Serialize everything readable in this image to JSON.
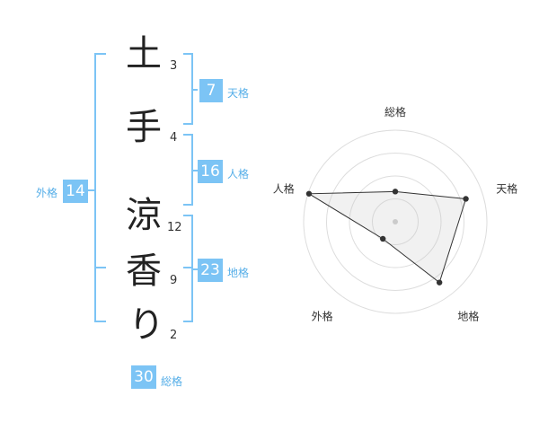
{
  "name_chars": [
    {
      "char": "土",
      "strokes": "3"
    },
    {
      "char": "手",
      "strokes": "4"
    },
    {
      "char": "涼",
      "strokes": "12"
    },
    {
      "char": "香",
      "strokes": "9"
    },
    {
      "char": "り",
      "strokes": "2"
    }
  ],
  "fortune": {
    "tenkaku": {
      "value": "7",
      "label": "天格"
    },
    "jinkaku": {
      "value": "16",
      "label": "人格"
    },
    "chikaku": {
      "value": "23",
      "label": "地格"
    },
    "gaikaku": {
      "value": "14",
      "label": "外格"
    },
    "soukaku": {
      "value": "30",
      "label": "総格"
    }
  },
  "colors": {
    "accent": "#7cc4f5",
    "bracket": "#7cc4f5",
    "label": "#55aee8"
  },
  "chart_data": {
    "type": "radar",
    "axes": [
      "総格",
      "天格",
      "地格",
      "外格",
      "人格"
    ],
    "values": [
      0.33,
      0.81,
      0.82,
      0.23,
      0.99
    ],
    "rmax": 1,
    "rings": 4,
    "grid": true
  }
}
